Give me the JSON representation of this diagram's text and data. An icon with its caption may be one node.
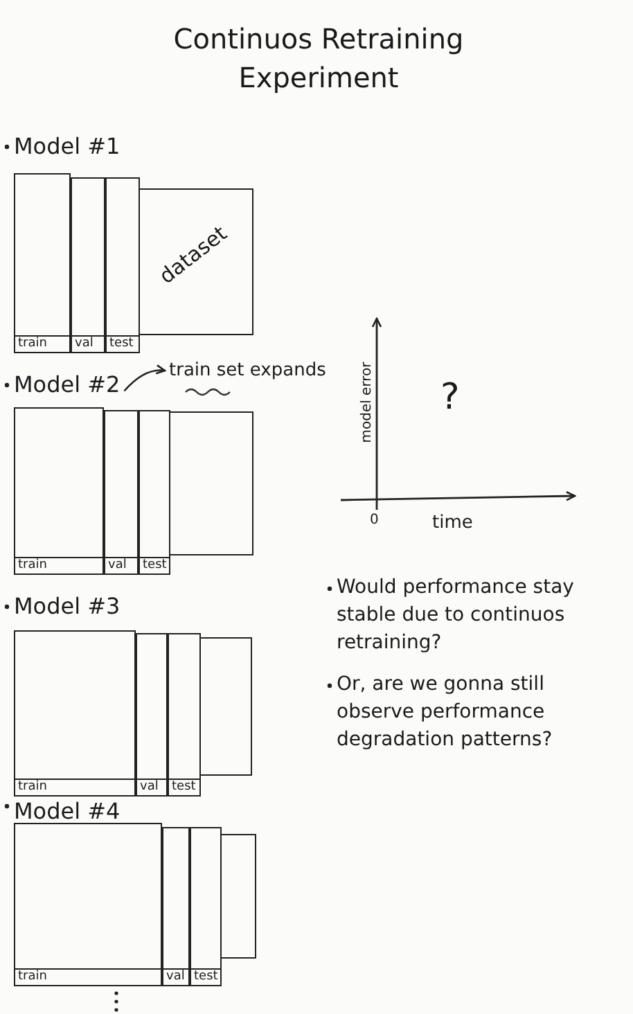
{
  "diagram": {
    "title": "Continuos Retraining Experiment",
    "nodes": [
      {
        "text": [
          "Model #1",
          "dataset"
        ]
      },
      {
        "text": [
          "train"
        ]
      },
      {
        "text": [
          "val"
        ]
      },
      {
        "text": [
          "test"
        ]
      },
      {
        "text": [
          "Model #2"
        ]
      },
      {
        "text": [
          "train set expands"
        ]
      },
      {
        "text": [
          "train"
        ]
      },
      {
        "text": [
          "val"
        ]
      },
      {
        "text": [
          "test"
        ]
      },
      {
        "text": [
          "Model #3"
        ]
      },
      {
        "text": [
          "train"
        ]
      },
      {
        "text": [
          "val"
        ]
      },
      {
        "text": [
          "test"
        ]
      },
      {
        "text": [
          "Model #4"
        ]
      },
      {
        "text": [
          "train"
        ]
      },
      {
        "text": [
          "val"
        ]
      },
      {
        "text": [
          "test"
        ]
      }
    ],
    "edges": [
      {
        "from": 4,
        "to": 5,
        "arrow": "to"
      }
    ],
    "labels": [
      "model error",
      "?",
      "0",
      "time",
      "Would performance stay stable due to continuos retraining?",
      "Or, are we gonna still observe performance degradation patterns?"
    ]
  }
}
